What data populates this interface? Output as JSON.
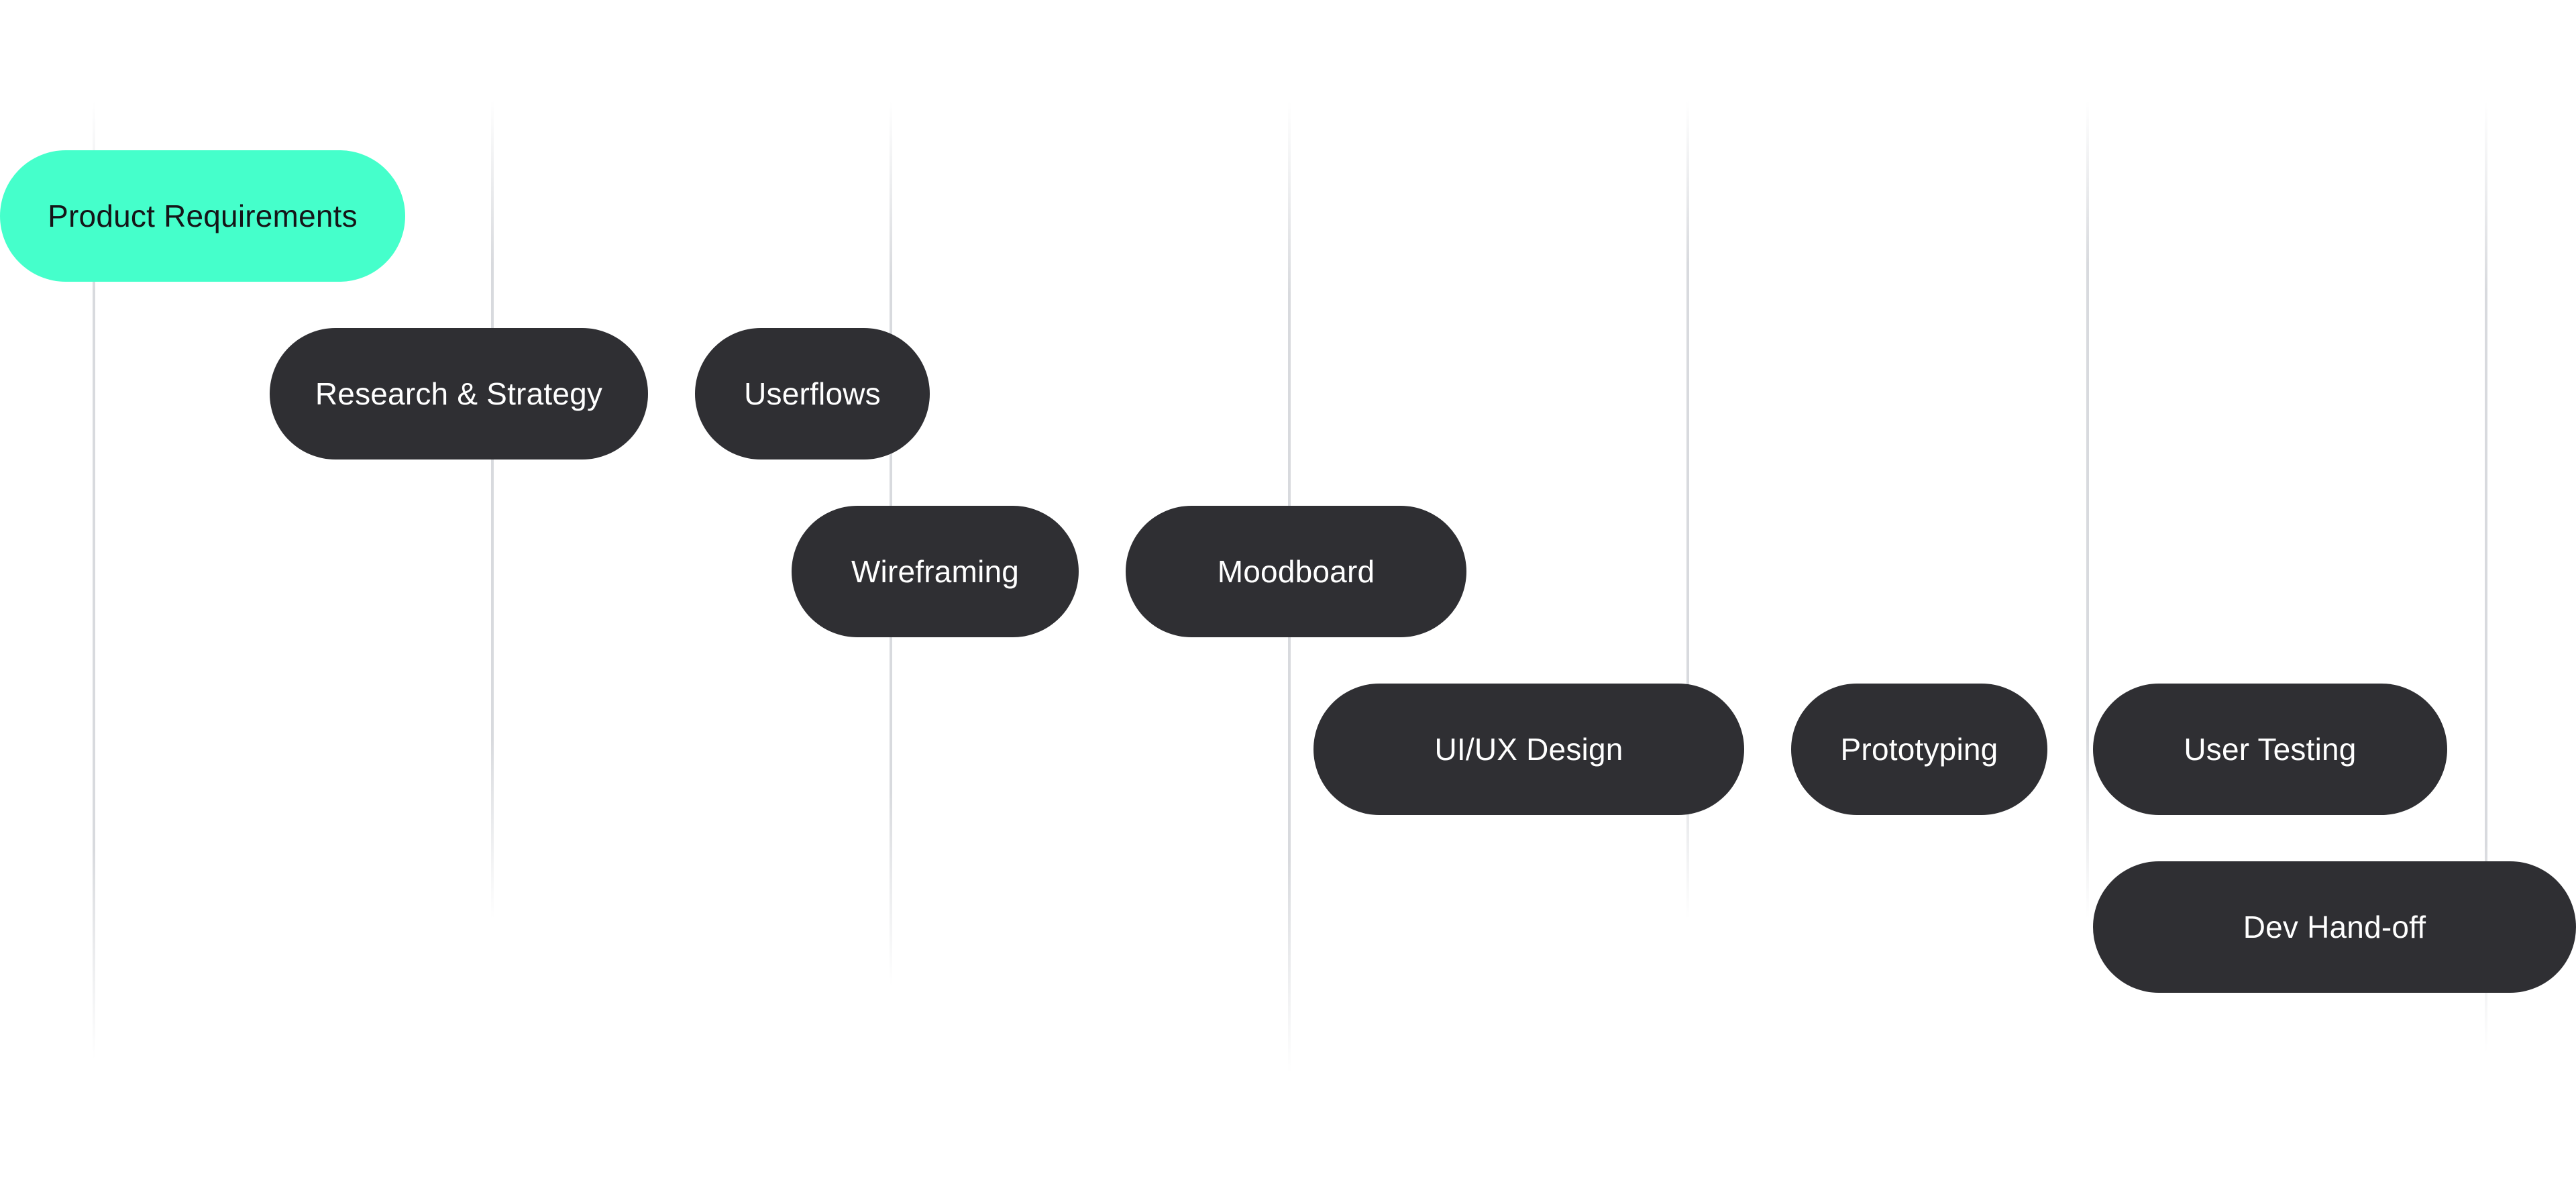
{
  "diagram": {
    "accent_color": "#45ffcb",
    "task_color": "#2f2f33",
    "tasks": [
      {
        "label": "Product Requirements",
        "highlighted": true
      },
      {
        "label": "Research & Strategy",
        "highlighted": false
      },
      {
        "label": "Userflows",
        "highlighted": false
      },
      {
        "label": "Wireframing",
        "highlighted": false
      },
      {
        "label": "Moodboard",
        "highlighted": false
      },
      {
        "label": "UI/UX Design",
        "highlighted": false
      },
      {
        "label": "Prototyping",
        "highlighted": false
      },
      {
        "label": "User Testing",
        "highlighted": false
      },
      {
        "label": "Dev Hand-off",
        "highlighted": false
      }
    ]
  }
}
